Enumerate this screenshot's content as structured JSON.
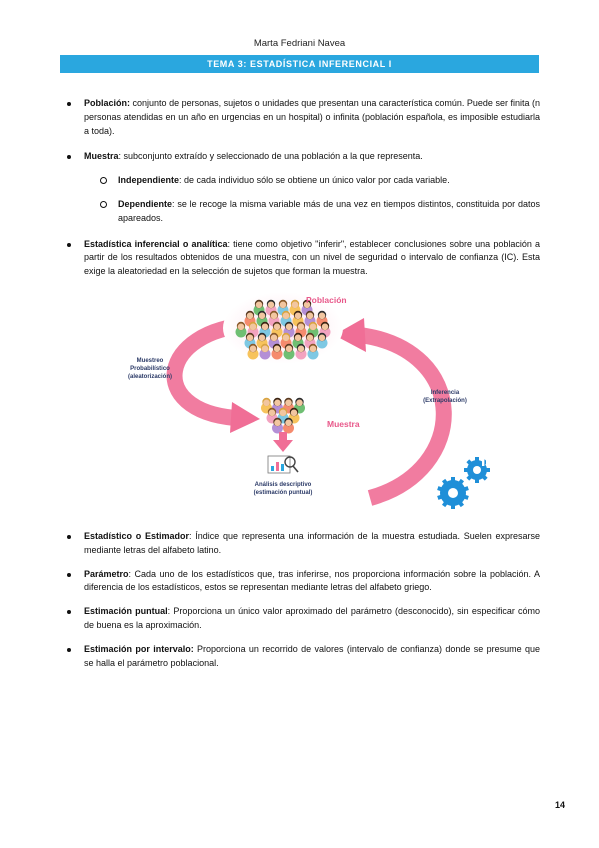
{
  "header": {
    "author": "Marta Fedriani Navea",
    "banner": "TEMA 3: ESTADÍSTICA INFERENCIAL I"
  },
  "section1": {
    "poblacion": {
      "term": "Población:",
      "text": " conjunto de personas, sujetos o unidades que presentan una característica común. Puede ser finita (n personas atendidas en un año en urgencias en un hospital) o infinita (población española, es imposible estudiarla a toda)."
    },
    "muestra": {
      "term": "Muestra",
      "text": ": subconjunto extraído y seleccionado de una población a la que representa."
    },
    "independiente": {
      "term": "Independiente",
      "text": ": de cada individuo sólo se obtiene un único valor por cada variable."
    },
    "dependiente": {
      "term": "Dependiente",
      "text": ": se le recoge la misma variable más de una vez en tiempos distintos, constituida por datos apareados."
    },
    "inferencial": {
      "term": "Estadística inferencial o analítica",
      "text": ": tiene como objetivo \"inferir\", establecer conclusiones sobre una población a partir de los resultados obtenidos de una muestra, con un nivel de seguridad o intervalo de confianza (IC). Esta exige la aleatoriedad en la selección de sujetos que forman la muestra."
    }
  },
  "figure": {
    "poblacion": "Población",
    "muestra": "Muestra",
    "muestreo_1": "Muestreo",
    "muestreo_2": "Probabilístico",
    "muestreo_3": "(aleatorización)",
    "inferencia_1": "Inferencia",
    "inferencia_2": "(Extrapolación)",
    "analisis_1": "Análisis descriptivo",
    "analisis_2": "(estimación puntual)"
  },
  "section2": {
    "estadistico": {
      "term": "Estadístico o Estimador",
      "text": ": Índice que representa una información de la muestra estudiada. Suelen expresarse mediante letras del alfabeto latino."
    },
    "parametro": {
      "term": "Parámetro",
      "text": ": Cada uno de los estadísticos que, tras inferirse, nos proporciona información sobre la población. A diferencia de los estadísticos, estos se representan mediante letras del alfabeto griego."
    },
    "puntual": {
      "term": "Estimación puntual",
      "text": ": Proporciona un único valor aproximado del parámetro (desconocido), sin especificar cómo de buena es la aproximación."
    },
    "intervalo": {
      "term": "Estimación por intervalo:",
      "text": " Proporciona un recorrido de valores (intervalo de confianza) donde se presume que se halla el parámetro poblacional."
    }
  },
  "footer": {
    "page_number": "14"
  },
  "colors": {
    "banner": "#2aa7df",
    "arrow_pink": "#f06e96",
    "label_pink": "#e8588a",
    "gear_blue": "#1f8fd8"
  }
}
